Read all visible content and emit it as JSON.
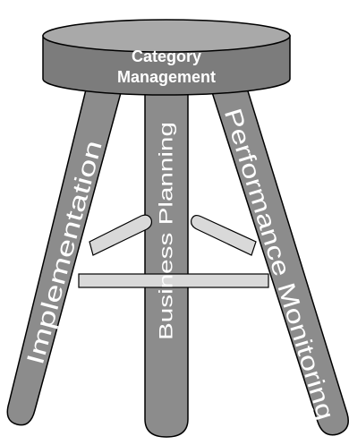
{
  "seat": {
    "label_line1": "Category",
    "label_line2": "Management"
  },
  "legs": {
    "left": "Implementation",
    "center": "Business Planning",
    "right": "Performance Monitoring"
  },
  "colors": {
    "leg_fill": "#8c8c8c",
    "seat_top": "#a9a9a9",
    "seat_side": "#7c7c7c",
    "outline": "#000000",
    "rung": "#d9d9d9",
    "label_text": "#ffffff"
  }
}
